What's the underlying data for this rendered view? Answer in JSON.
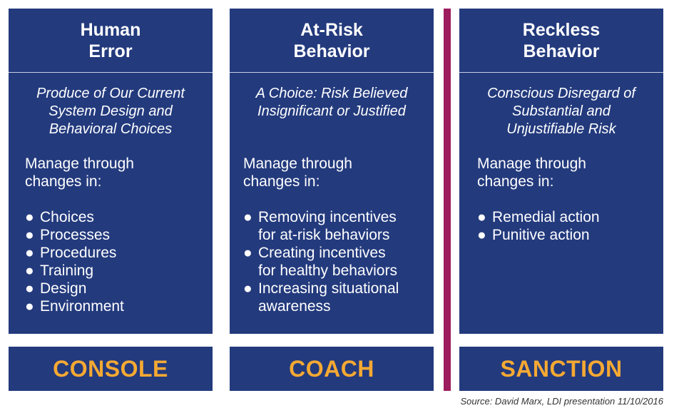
{
  "colors": {
    "panel": "#233a7d",
    "panel_text": "#ffffff",
    "action_text": "#f5a933",
    "divider": "#9d1c5e",
    "source_text": "#333333"
  },
  "columns": [
    {
      "title": [
        "Human",
        "Error"
      ],
      "definition": [
        "Produce of Our Current",
        "System Design and",
        "Behavioral Choices"
      ],
      "manage": [
        "Manage through",
        "changes in:"
      ],
      "bullet_symbol": "●",
      "bullets": [
        [
          "Choices"
        ],
        [
          "Processes"
        ],
        [
          "Procedures"
        ],
        [
          "Training"
        ],
        [
          "Design"
        ],
        [
          "Environment"
        ]
      ],
      "action": "CONSOLE"
    },
    {
      "title": [
        "At-Risk",
        "Behavior"
      ],
      "definition": [
        "A Choice: Risk Believed",
        "Insignificant or Justified"
      ],
      "manage": [
        "Manage through",
        "changes in:"
      ],
      "bullet_symbol": "●",
      "bullets": [
        [
          "Removing incentives",
          "for at-risk behaviors"
        ],
        [
          "Creating incentives",
          "for healthy behaviors"
        ],
        [
          "Increasing situational",
          "awareness"
        ]
      ],
      "action": "COACH"
    },
    {
      "title": [
        "Reckless",
        "Behavior"
      ],
      "definition": [
        "Conscious Disregard of",
        "Substantial and",
        "Unjustifiable Risk"
      ],
      "manage": [
        "Manage through",
        "changes in:"
      ],
      "bullet_symbol": "●",
      "bullets": [
        [
          "Remedial action"
        ],
        [
          "Punitive action"
        ]
      ],
      "action": "SANCTION"
    }
  ],
  "source": "Source: David Marx, LDI presentation 11/10/2016"
}
